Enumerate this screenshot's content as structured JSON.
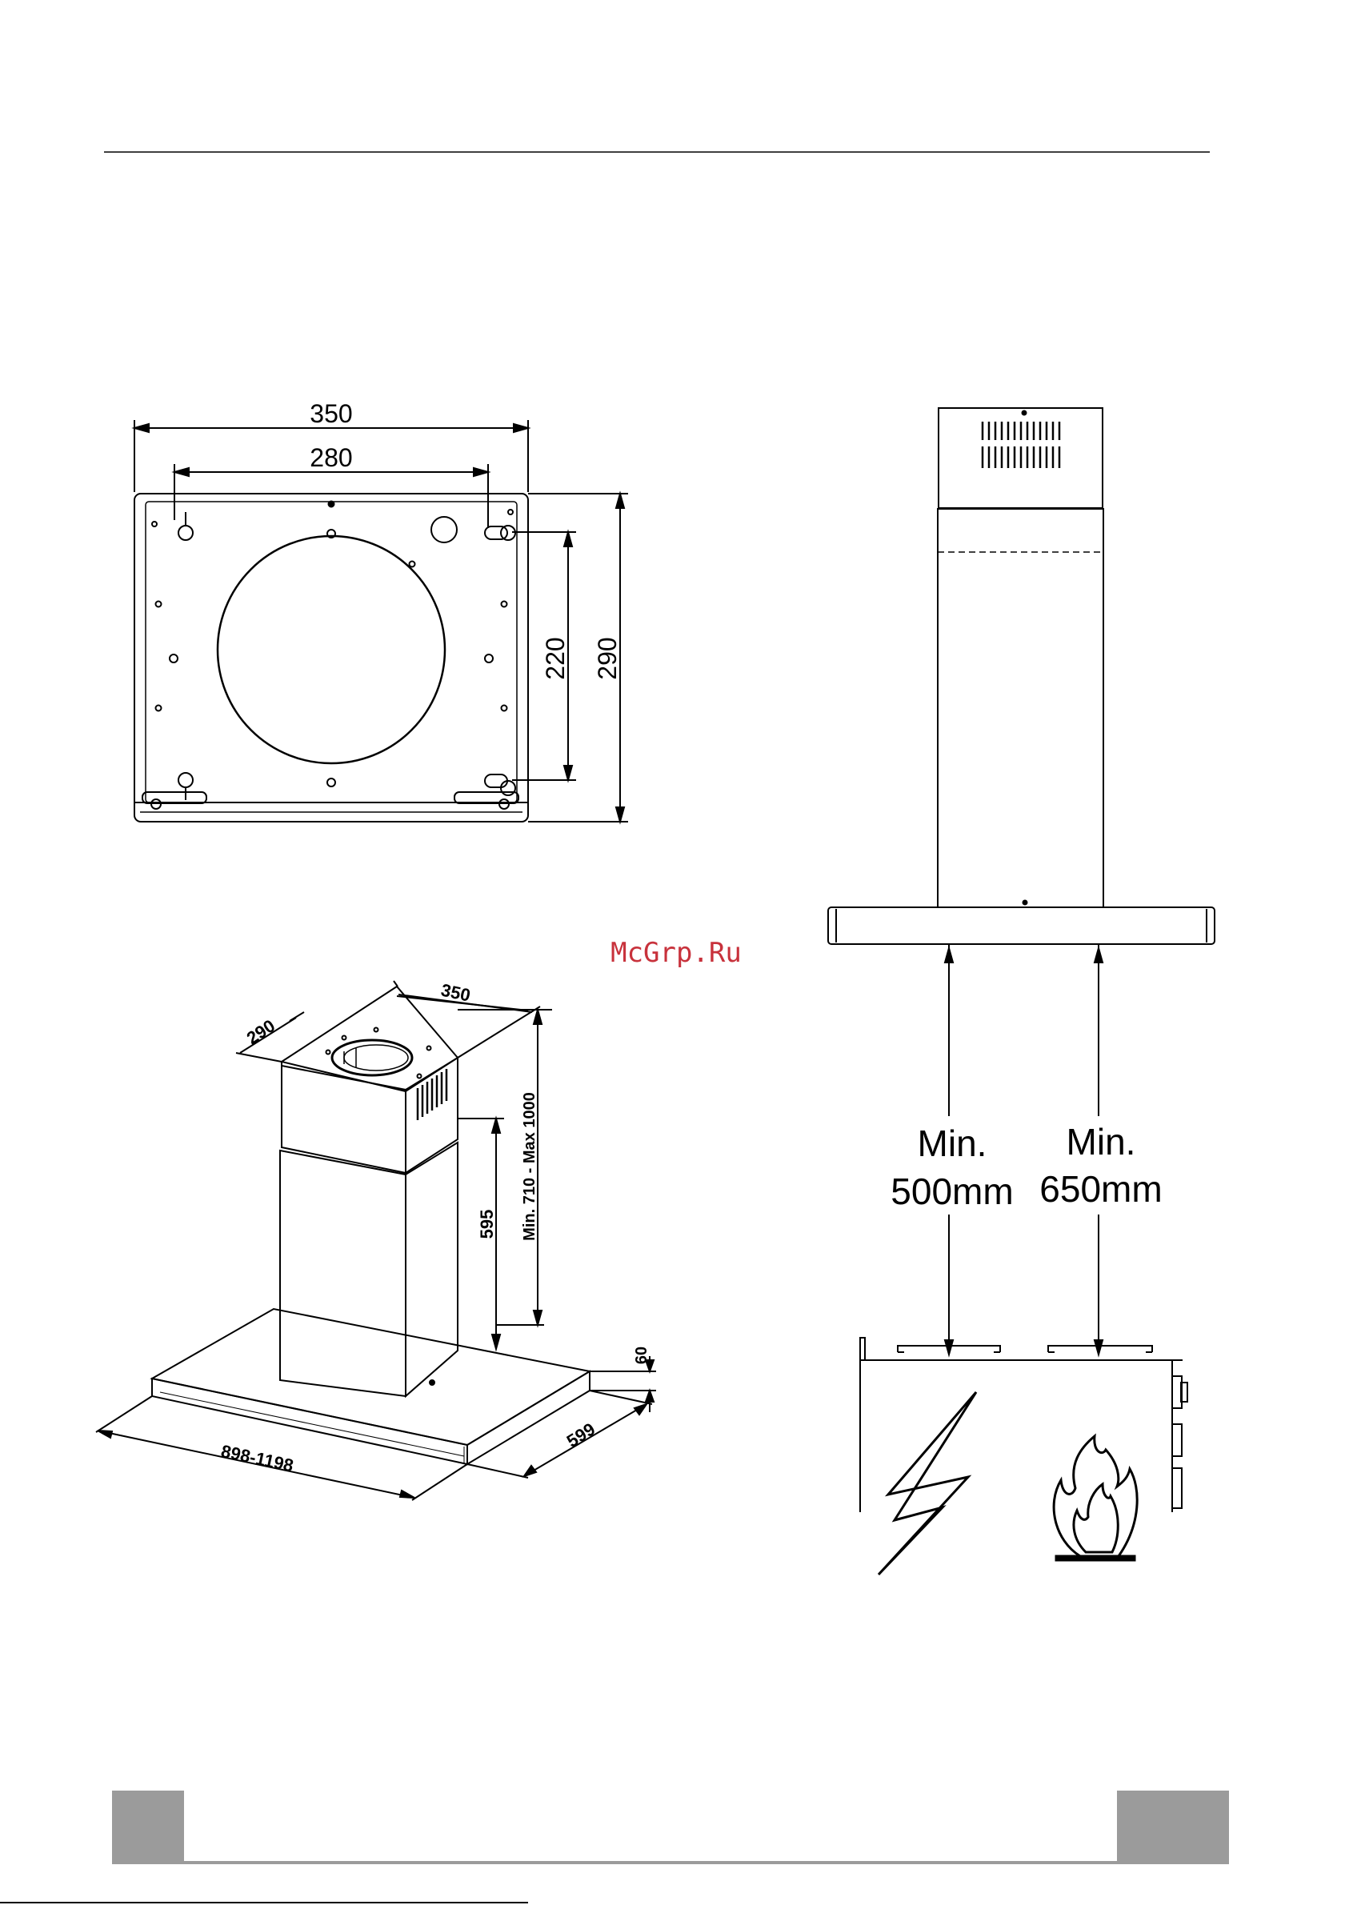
{
  "watermark": "McGrp.Ru",
  "plate": {
    "width_label": "350",
    "inner_width_label": "280",
    "inner_height_label": "220",
    "height_label": "290"
  },
  "iso": {
    "width_label": "350",
    "depth_label": "290",
    "chimney_height_label": "Min. 710 - Max 1000",
    "lower_chimney_label": "595",
    "hood_thickness_label": "60",
    "hood_depth_label": "599",
    "hood_width_label": "898-1198"
  },
  "clearance": {
    "electric_label_1": "Min.",
    "electric_label_2": "500mm",
    "gas_label_1": "Min.",
    "gas_label_2": "650mm",
    "electric_icon": "lightning-bolt-icon",
    "gas_icon": "flame-icon"
  },
  "colors": {
    "line": "#000000",
    "footer_block": "#9b9b9b",
    "watermark": "#c8323c"
  }
}
